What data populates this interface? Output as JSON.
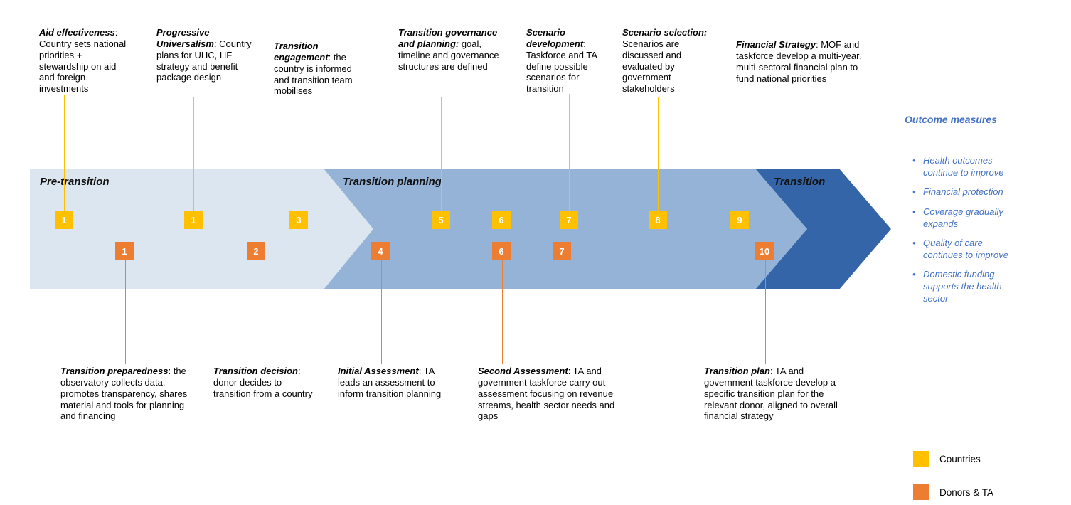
{
  "colors": {
    "countries": "#FFC000",
    "donors": "#ED7D31",
    "phase_pre": "#DCE6F1",
    "phase_planning": "#95B3D7",
    "phase_transition": "#3465A8",
    "outcome_text": "#4472C4"
  },
  "phases": {
    "pre": "Pre-transition",
    "planning": "Transition planning",
    "transition": "Transition"
  },
  "markers": {
    "yellow": [
      "1",
      "1",
      "3",
      "5",
      "6",
      "7",
      "8",
      "9"
    ],
    "orange": [
      "1",
      "2",
      "4",
      "6",
      "7",
      "10"
    ]
  },
  "top_annotations": [
    {
      "term": "Aid effectiveness",
      "desc": ": Country sets national priorities + stewardship on aid and foreign investments"
    },
    {
      "term": "Progressive Universalism",
      "desc": ": Country plans for UHC, HF strategy and benefit package design"
    },
    {
      "term": "Transition engagement",
      "desc": ": the country is informed and transition team mobilises"
    },
    {
      "term": "Transition governance and planning:",
      "desc": " goal, timeline and governance structures are defined"
    },
    {
      "term": "Scenario development",
      "desc": ": Taskforce and TA define possible scenarios for transition"
    },
    {
      "term": "Scenario selection:",
      "desc": " Scenarios are discussed and evaluated by government stakeholders"
    },
    {
      "term": "Financial Strategy",
      "desc": ": MOF and taskforce develop a multi-year, multi-sectoral financial plan to fund national priorities"
    }
  ],
  "bottom_annotations": [
    {
      "term": "Transition preparedness",
      "desc": ": the observatory collects data, promotes transparency, shares material and tools for planning and financing"
    },
    {
      "term": "Transition decision",
      "desc": ": donor decides to transition from a country"
    },
    {
      "term": "Initial Assessment",
      "desc": ": TA leads an assessment to inform transition planning"
    },
    {
      "term": "Second Assessment",
      "desc": ": TA and government taskforce carry out assessment focusing on revenue streams, health sector needs and gaps"
    },
    {
      "term": "Transition plan",
      "desc": ": TA and government taskforce develop a specific transition plan for the relevant donor, aligned to overall financial strategy"
    }
  ],
  "outcome_measures": {
    "title": "Outcome measures",
    "items": [
      "Health outcomes continue to improve",
      "Financial protection",
      "Coverage gradually expands",
      "Quality of care continues to improve",
      "Domestic funding supports the health sector"
    ]
  },
  "legend": {
    "countries": "Countries",
    "donors": "Donors & TA"
  }
}
